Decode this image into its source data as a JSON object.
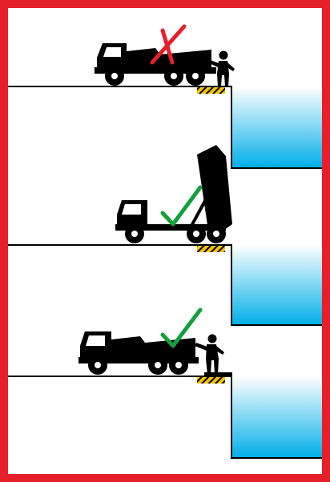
{
  "colors": {
    "frame": "#e4202a",
    "ink": "#000000",
    "wheel_hub": "#ffffff",
    "cab_window": "#ffffff",
    "water_top": "#ffffff",
    "water_bottom": "#00aee8",
    "wheel_stop": "#f5c400",
    "cross_mark": "#e4202a",
    "check_mark": "#14a03c"
  },
  "panels": [
    {
      "verdict": "incorrect",
      "mark_icon": "cross-icon",
      "bed_raised": false,
      "worker_present": true
    },
    {
      "verdict": "correct",
      "mark_icon": "check-icon",
      "bed_raised": true,
      "worker_present": false
    },
    {
      "verdict": "correct",
      "mark_icon": "check-icon",
      "bed_raised": false,
      "worker_present": true
    }
  ]
}
